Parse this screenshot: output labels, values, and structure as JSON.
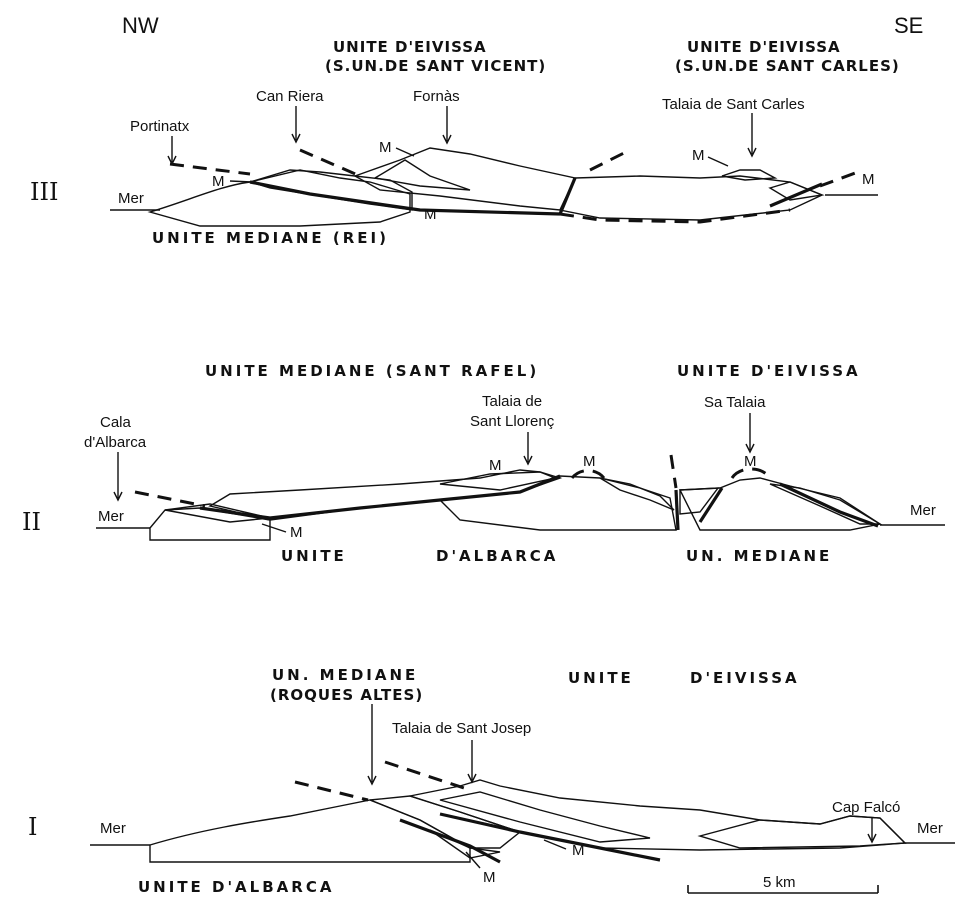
{
  "orientation": {
    "nw": "NW",
    "se": "SE"
  },
  "sections": {
    "III": {
      "numeral": "III",
      "unit_eivissa_a": "UNITE D'EIVISSA",
      "subunit_a": "(S.UN.DE SANT VICENT)",
      "unit_eivissa_b": "UNITE D'EIVISSA",
      "subunit_b": "(S.UN.DE SANT CARLES)",
      "unit_mediane": "UNITE   MEDIANE  (REI)",
      "places": {
        "portinatx": "Portinatx",
        "can_riera": "Can Riera",
        "fornas": "Fornàs",
        "talaia_sant_carles": "Talaia de Sant Carles"
      },
      "sea_left": "Mer",
      "marker": "M"
    },
    "II": {
      "numeral": "II",
      "unit_mediane": "UNITE   MEDIANE (SANT RAFEL)",
      "unit_eivissa": "UNITE D'EIVISSA",
      "unit_albarca_a": "UNITE",
      "unit_albarca_b": "D'ALBARCA",
      "unit_mediane_short": "UN.  MEDIANE",
      "places": {
        "cala_a": "Cala",
        "cala_b": "d'Albarca",
        "talaia_llorenc_a": "Talaia de",
        "talaia_llorenc_b": "Sant Llorenç",
        "sa_talaia": "Sa Talaia"
      },
      "sea_left": "Mer",
      "sea_right": "Mer",
      "marker": "M"
    },
    "I": {
      "numeral": "I",
      "unit_mediane_a": "UN.   MEDIANE",
      "unit_mediane_b": "(ROQUES ALTES)",
      "unit_eivissa_a": "UNITE",
      "unit_eivissa_b": "D'EIVISSA",
      "unit_albarca": "UNITE   D'ALBARCA",
      "places": {
        "talaia_sant_josep": "Talaia  de  Sant  Josep",
        "cap_falco": "Cap Falcó"
      },
      "sea_left": "Mer",
      "sea_right": "Mer",
      "marker": "M",
      "scale_label": "5 km"
    }
  }
}
